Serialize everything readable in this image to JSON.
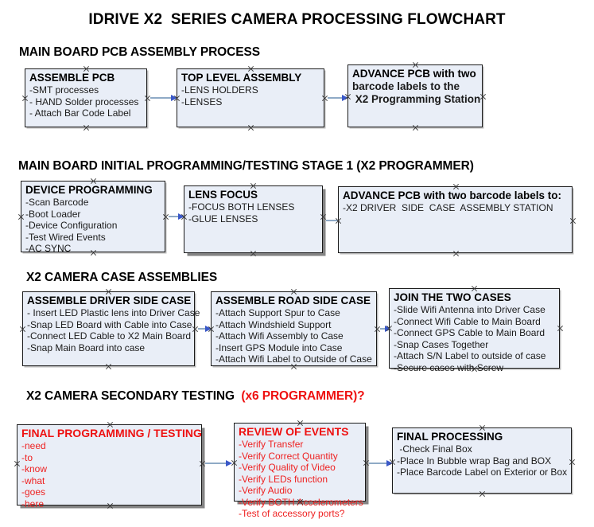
{
  "document": {
    "title": "IDRIVE X2  SERIES CAMERA PROCESSING FLOWCHART"
  },
  "colors": {
    "box_fill": "#e9eef7",
    "box_border": "#1a1a1a",
    "arrow_line": "#8faac6",
    "arrow_head": "#3a58c8",
    "text_black": "#000000",
    "text_red": "#ee1111",
    "shadow": "#828282",
    "background": "#ffffff"
  },
  "sections": [
    {
      "id": "main-board-pcb-assembly",
      "header": "MAIN BOARD PCB ASSEMBLY PROCESS",
      "header_suffix_red": "",
      "boxes": [
        {
          "id": "assemble-pcb",
          "title": "ASSEMBLE PCB",
          "lines": [
            "-SMT processes",
            "- HAND Solder processes",
            "- Attach Bar Code Label"
          ],
          "red": false
        },
        {
          "id": "top-level-assembly",
          "title": "TOP LEVEL ASSEMBLY",
          "lines": [
            "-LENS HOLDERS",
            "-LENSES"
          ],
          "red": false
        },
        {
          "id": "advance-pcb-to-programming-station",
          "title": "ADVANCE PCB with two",
          "lines": [
            "barcode labels to the",
            " X2 Programming Station"
          ],
          "bold_lines": true,
          "red": false
        }
      ]
    },
    {
      "id": "main-board-initial-programming",
      "header": "MAIN BOARD INITIAL PROGRAMMING/TESTING STAGE 1 (X2 PROGRAMMER)",
      "header_suffix_red": "",
      "boxes": [
        {
          "id": "device-programming",
          "title": "DEVICE PROGRAMMING",
          "lines": [
            "-Scan Barcode",
            "-Boot Loader",
            "-Device Configuration",
            "-Test Wired Events",
            "-AC SYNC"
          ],
          "red": false
        },
        {
          "id": "lens-focus",
          "title": "LENS FOCUS",
          "lines": [
            "-FOCUS BOTH LENSES",
            "-GLUE LENSES"
          ],
          "red": false
        },
        {
          "id": "advance-pcb-to-driver-side-case",
          "title": "ADVANCE PCB with two barcode labels to:",
          "lines": [
            "-X2 DRIVER  SIDE  CASE  ASSEMBLY STATION"
          ],
          "red": false
        }
      ]
    },
    {
      "id": "x2-camera-case-assemblies",
      "header": "X2 CAMERA CASE ASSEMBLIES",
      "header_suffix_red": "",
      "boxes": [
        {
          "id": "assemble-driver-side-case",
          "title": "ASSEMBLE DRIVER SIDE CASE",
          "lines": [
            "- Insert LED Plastic lens into Driver Case",
            "-Snap LED Board with Cable into Case",
            "-Connect LED Cable to X2 Main Board",
            "-Snap Main Board into case"
          ],
          "red": false
        },
        {
          "id": "assemble-road-side-case",
          "title": "ASSEMBLE ROAD SIDE CASE",
          "lines": [
            "-Attach Support Spur to Case",
            "-Attach Windshield Support",
            "-Attach Wifi Assembly to Case",
            "-Insert GPS Module into Case",
            "-Attach Wifi Label to Outside of Case"
          ],
          "red": false
        },
        {
          "id": "join-the-two-cases",
          "title": "JOIN THE TWO CASES",
          "lines": [
            "-Slide Wifi Antenna into Driver Case",
            "-Connect Wifi Cable to Main Board",
            "-Connect GPS Cable to Main Board",
            "-Snap Cases Together",
            "-Attach S/N Label to outside of case",
            "-Secure cases with Screw"
          ],
          "red": false
        }
      ]
    },
    {
      "id": "x2-camera-secondary-testing",
      "header": "X2 CAMERA SECONDARY TESTING  ",
      "header_suffix_red": "(x6 PROGRAMMER)?",
      "boxes": [
        {
          "id": "final-programming-testing",
          "title": "FINAL PROGRAMMING / TESTING",
          "lines": [
            "-need",
            "-to",
            "-know",
            "-what",
            "-goes",
            "-here"
          ],
          "red": true
        },
        {
          "id": "review-of-events",
          "title": "REVIEW OF EVENTS",
          "lines": [
            "-Verify Transfer",
            "-Verify Correct Quantity",
            "-Verify Quality of Video",
            "-Verify LEDs function",
            "-Verify Audio",
            "-Verify BOTH Accelerometers",
            "-Test of accessory ports?"
          ],
          "red": true
        },
        {
          "id": "final-processing",
          "title": "FINAL PROCESSING",
          "lines": [
            " -Check Final Box",
            "-Place In Bubble wrap Bag and BOX",
            "-Place Barcode Label on Exterior or Box"
          ],
          "red": false
        }
      ]
    }
  ]
}
